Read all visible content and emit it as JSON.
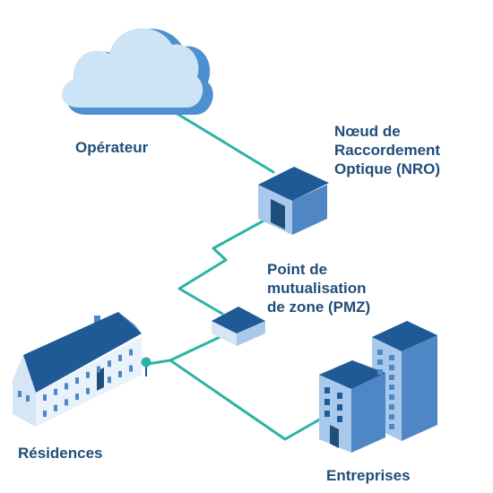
{
  "nodes": {
    "operateur": {
      "label": "Opérateur"
    },
    "nro": {
      "lines": [
        "Nœud de",
        "Raccordement",
        "Optique (NRO)"
      ]
    },
    "pmz": {
      "lines": [
        "Point de",
        "mutualisation",
        "de zone (PMZ)"
      ]
    },
    "residences": {
      "label": "Résidences"
    },
    "entreprises": {
      "label": "Entreprises"
    }
  },
  "colors": {
    "fiber": "#2bb3a6",
    "dark_blue": "#1f5a96",
    "mid_blue": "#4f86c6",
    "light_blue": "#a9c9ec",
    "pale_blue": "#d6e6f7",
    "cloud_dark": "#4d8fcf",
    "cloud_light": "#cde3f6",
    "text": "#1f4e79"
  }
}
